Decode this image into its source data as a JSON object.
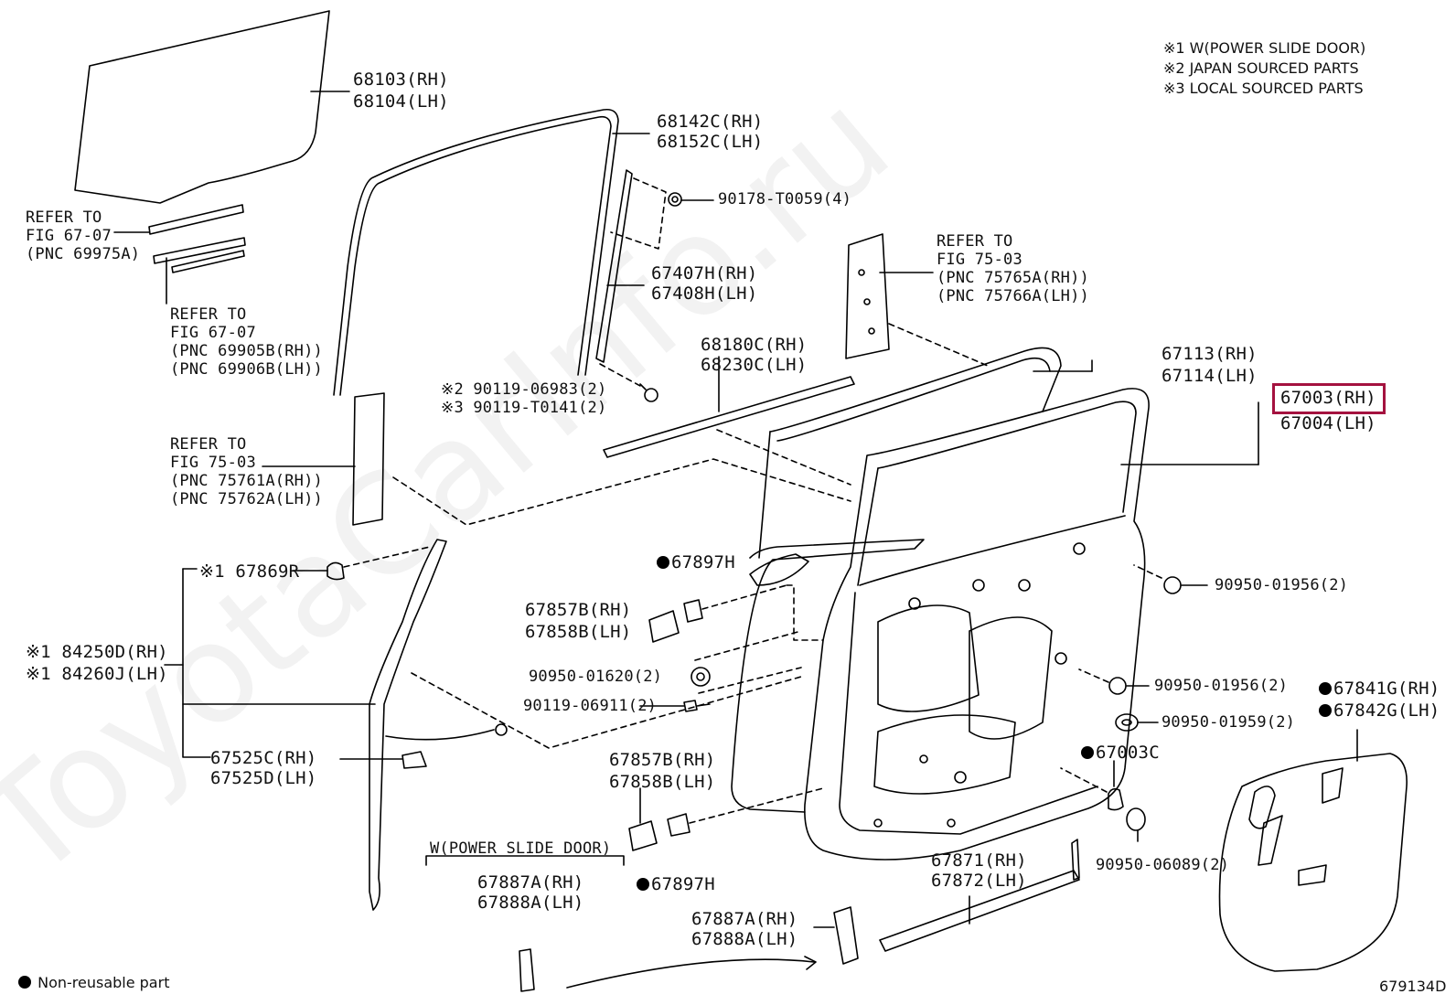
{
  "notes": {
    "n1": "※1 W(POWER SLIDE DOOR)",
    "n2": "※2 JAPAN SOURCED PARTS",
    "n3": "※3 LOCAL SOURCED PARTS"
  },
  "labels": {
    "glass_rh": "68103(RH)",
    "glass_lh": "68104(LH)",
    "run_rh": "68142C(RH)",
    "run_lh": "68152C(LH)",
    "clip": "90178-T0059(4)",
    "refer_a1": "REFER TO",
    "refer_a2": "FIG 67-07",
    "refer_a3": "(PNC 69975A)",
    "refer_b1": "REFER TO",
    "refer_b2": "FIG 67-07",
    "refer_b3": "(PNC 69905B(RH))",
    "refer_b4": "(PNC 69906B(LH))",
    "channel_rh": "67407H(RH)",
    "channel_lh": "67408H(LH)",
    "refer_c1": "REFER TO",
    "refer_c2": "FIG 75-03",
    "refer_c3": "(PNC 75765A(RH))",
    "refer_c4": "(PNC 75766A(LH))",
    "bolt_a": "※2 90119-06983(2)",
    "bolt_b": "※3 90119-T0141(2)",
    "weather_rh": "68180C(RH)",
    "weather_lh": "68230C(LH)",
    "frame_rh": "67113(RH)",
    "frame_lh": "67114(LH)",
    "panel_rh": "67003(RH)",
    "panel_lh": "67004(LH)",
    "refer_d1": "REFER TO",
    "refer_d2": "FIG 75-03",
    "refer_d3": "(PNC 75761A(RH))",
    "refer_d4": "(PNC 75762A(LH))",
    "stopper": "※1 67869R",
    "cable_rh": "※1 84250D(RH)",
    "cable_lh": "※1 84260J(LH)",
    "plug_top": "67897H",
    "cover_rh": "67857B(RH)",
    "cover_lh": "67858B(LH)",
    "plug_1620": "90950-01620(2)",
    "screw_6911": "90119-06911(2)",
    "plug_1956a": "90950-01956(2)",
    "plug_1956b": "90950-01956(2)",
    "plug_1959": "90950-01959(2)",
    "pad_rh": "67841G(RH)",
    "pad_lh": "67842G(LH)",
    "seal_rh": "67525C(RH)",
    "seal_lh": "67525D(LH)",
    "hole_plug": "67003C",
    "cover2_rh": "67857B(RH)",
    "cover2_lh": "67858B(LH)",
    "plug_bottom": "67897H",
    "plug_6089": "90950-06089(2)",
    "power_note": "W(POWER SLIDE DOOR)",
    "guard_rh": "67887A(RH)",
    "guard_lh": "67888A(LH)",
    "moulding_rh": "67871(RH)",
    "moulding_lh": "67872(LH)",
    "guard2_rh": "67887A(RH)",
    "guard2_lh": "67888A(LH)",
    "legend": "Non-reusable part",
    "fig_id": "679134D"
  },
  "watermark": "ToyotaCarInfo.ru",
  "colors": {
    "line": "#000000",
    "highlight": "#a4123f",
    "watermark": "#f2f2f2"
  }
}
